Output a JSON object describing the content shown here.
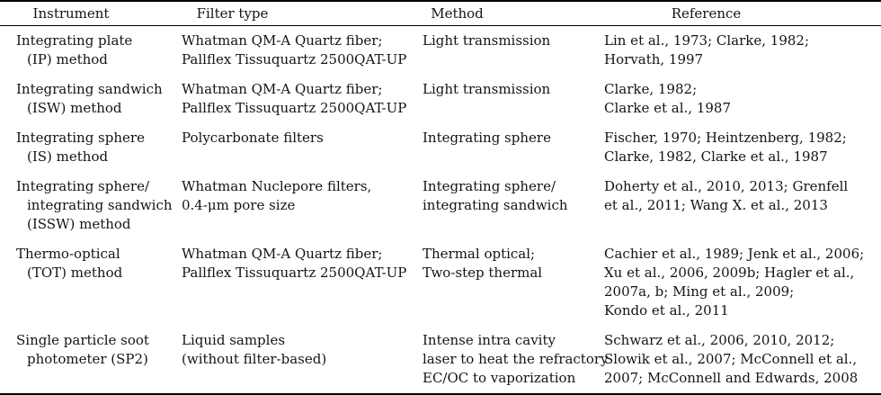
{
  "table": {
    "headers": [
      "Instrument",
      "Filter type",
      "Method",
      "Reference"
    ],
    "rule_color": "#000000",
    "text_color": "#141414",
    "background_color": "#ffffff",
    "rows": [
      {
        "instrument": [
          "Integrating plate",
          "(IP) method"
        ],
        "filter_type": [
          "Whatman QM-A Quartz fiber;",
          "Pallflex Tissuquartz 2500QAT-UP"
        ],
        "method": [
          "Light transmission"
        ],
        "reference": [
          "Lin et al., 1973; Clarke, 1982;",
          "Horvath, 1997"
        ]
      },
      {
        "instrument": [
          "Integrating sandwich",
          "(ISW) method"
        ],
        "filter_type": [
          "Whatman QM-A Quartz fiber;",
          "Pallflex Tissuquartz 2500QAT-UP"
        ],
        "method": [
          "Light transmission"
        ],
        "reference": [
          "Clarke, 1982;",
          "Clarke et al., 1987"
        ]
      },
      {
        "instrument": [
          "Integrating sphere",
          "(IS) method"
        ],
        "filter_type": [
          "Polycarbonate filters"
        ],
        "method": [
          "Integrating sphere"
        ],
        "reference": [
          "Fischer, 1970; Heintzenberg, 1982;",
          "Clarke, 1982, Clarke et al., 1987"
        ]
      },
      {
        "instrument": [
          "Integrating sphere/",
          "integrating sandwich",
          "(ISSW) method"
        ],
        "filter_type": [
          "Whatman Nuclepore filters,",
          "0.4-μm pore size"
        ],
        "method": [
          "Integrating sphere/",
          "integrating sandwich"
        ],
        "reference": [
          "Doherty et al., 2010, 2013; Grenfell",
          "et al., 2011; Wang X. et al., 2013"
        ]
      },
      {
        "instrument": [
          "Thermo-optical",
          "(TOT) method"
        ],
        "filter_type": [
          "Whatman QM-A Quartz fiber;",
          "Pallflex Tissuquartz 2500QAT-UP"
        ],
        "method": [
          "Thermal optical;",
          "Two-step thermal"
        ],
        "reference": [
          "Cachier et al., 1989; Jenk et al., 2006;",
          "Xu et al., 2006, 2009b; Hagler et al.,",
          "2007a, b; Ming et al., 2009;",
          "Kondo et al., 2011"
        ]
      },
      {
        "instrument": [
          "Single particle soot",
          "photometer (SP2)"
        ],
        "filter_type": [
          "Liquid samples",
          "(without filter-based)"
        ],
        "method": [
          "Intense intra cavity",
          "laser to heat the refractory",
          "EC/OC to vaporization"
        ],
        "reference": [
          "Schwarz et al., 2006, 2010, 2012;",
          "Slowik et al., 2007; McConnell et al.,",
          "2007; McConnell and Edwards, 2008"
        ]
      }
    ]
  }
}
